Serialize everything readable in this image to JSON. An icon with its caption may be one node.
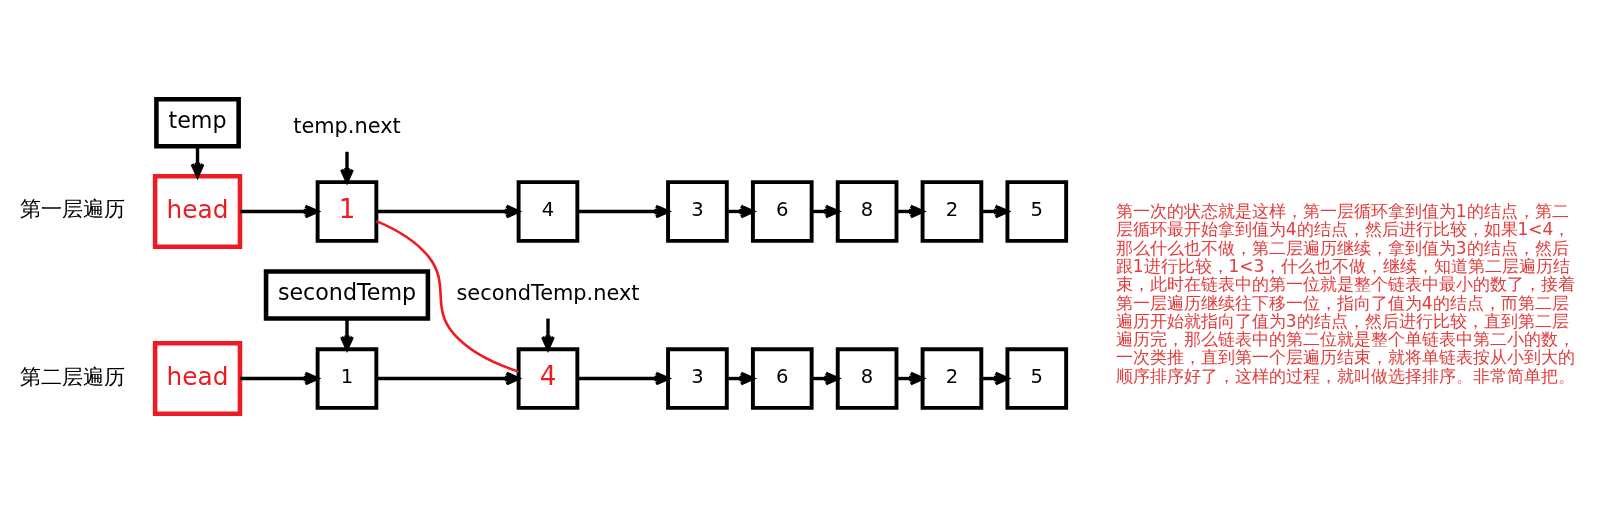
{
  "diagram": {
    "nodes": [
      {
        "text": [
          "temp"
        ]
      },
      {
        "text": [
          "temp.next"
        ]
      },
      {
        "text": [
          "head"
        ]
      },
      {
        "text": [
          "1"
        ]
      },
      {
        "text": [
          "4"
        ]
      },
      {
        "text": [
          "3"
        ]
      },
      {
        "text": [
          "6"
        ]
      },
      {
        "text": [
          "8"
        ]
      },
      {
        "text": [
          "2"
        ]
      },
      {
        "text": [
          "5"
        ]
      },
      {
        "text": [
          "secondTemp"
        ]
      },
      {
        "text": [
          "secondTemp.next"
        ]
      },
      {
        "text": [
          "head"
        ]
      },
      {
        "text": [
          "1"
        ]
      },
      {
        "text": [
          "4"
        ]
      },
      {
        "text": [
          "3"
        ]
      },
      {
        "text": [
          "6"
        ]
      },
      {
        "text": [
          "8"
        ]
      },
      {
        "text": [
          "2"
        ]
      },
      {
        "text": [
          "5"
        ]
      }
    ],
    "edges": [
      {
        "from": 0,
        "to": 2,
        "arrow": "to"
      },
      {
        "from": 1,
        "to": 3,
        "arrow": "to"
      },
      {
        "from": 2,
        "to": 3,
        "arrow": "to"
      },
      {
        "from": 3,
        "to": 4,
        "arrow": "to"
      },
      {
        "from": 4,
        "to": 5,
        "arrow": "to"
      },
      {
        "from": 5,
        "to": 6,
        "arrow": "to"
      },
      {
        "from": 6,
        "to": 7,
        "arrow": "to"
      },
      {
        "from": 7,
        "to": 8,
        "arrow": "to"
      },
      {
        "from": 8,
        "to": 9,
        "arrow": "to"
      },
      {
        "from": 3,
        "to": 14,
        "arrow": "none",
        "color": "#ed1c24"
      },
      {
        "from": 10,
        "to": 13,
        "arrow": "to"
      },
      {
        "from": 11,
        "to": 14,
        "arrow": "to"
      },
      {
        "from": 12,
        "to": 13,
        "arrow": "to"
      },
      {
        "from": 13,
        "to": 14,
        "arrow": "to"
      },
      {
        "from": 14,
        "to": 15,
        "arrow": "to"
      },
      {
        "from": 15,
        "to": 16,
        "arrow": "to"
      },
      {
        "from": 16,
        "to": 17,
        "arrow": "to"
      },
      {
        "from": 17,
        "to": 18,
        "arrow": "to"
      },
      {
        "from": 18,
        "to": 19,
        "arrow": "to"
      }
    ],
    "labels": [
      "第一层遍历",
      "第二层遍历",
      "第一次的状态就是这样，第一层循环拿到值为1的结点，第二层循环最开始拿到值为4的结点，然后进行比较，如果1<4，那么什么也不做，第二层遍历继续，拿到值为3的结点，然后跟1进行比较，1<3，什么也不做，继续，知道第二层遍历结束，此时在链表中的第一位就是整个链表中最小的数了，接着第一层遍历继续往下移一位，指向了值为4的结点，而第二层遍历开始就指向了值为3的结点，然后进行比较，直到第二层遍历完，那么链表中的第二位就是整个单链表中第二小的数，一次类推，直到第一个层遍历结束，就将单链表按从小到大的顺序排序好了，这样的过程，就叫做选择排序。非常简单把。"
    ]
  }
}
